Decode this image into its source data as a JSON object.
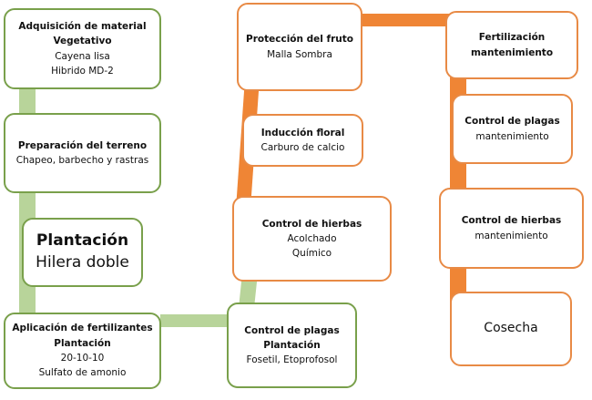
{
  "diagram": {
    "colors": {
      "green_line": "#b8d49a",
      "green_border": "#79a04b",
      "orange_line": "#ef8535",
      "orange_border": "#e88a45"
    },
    "column_1": [
      {
        "title": "Adquisición  de material Vegetativo",
        "lines": [
          "Cayena lisa",
          "Hibrido MD-2"
        ]
      },
      {
        "title": "Preparación del terreno",
        "lines": [
          "Chapeo, barbecho y rastras"
        ]
      },
      {
        "title": "Plantación",
        "lines": [
          "Hilera doble"
        ]
      },
      {
        "title": "Aplicación  de fertilizantes",
        "lines": [
          "Plantación",
          "20-10-10",
          "Sulfato de amonio"
        ]
      }
    ],
    "column_2": [
      {
        "title": "Protección del fruto",
        "lines": [
          "Malla Sombra"
        ]
      },
      {
        "title": "Inducción  floral",
        "lines": [
          "Carburo de calcio"
        ]
      },
      {
        "title": "Control de hierbas",
        "lines": [
          "Acolchado",
          "Químico"
        ]
      },
      {
        "title": "Control de plagas",
        "lines": [
          "Plantación",
          "Fosetil, Etoprofosol"
        ]
      }
    ],
    "column_3": [
      {
        "title": "Fertilización mantenimiento",
        "lines": []
      },
      {
        "title": "Control de plagas",
        "lines": [
          "mantenimiento"
        ]
      },
      {
        "title": "Control de hierbas",
        "lines": [
          "mantenimiento"
        ]
      },
      {
        "title": "",
        "lines": [
          "Cosecha"
        ]
      }
    ]
  }
}
